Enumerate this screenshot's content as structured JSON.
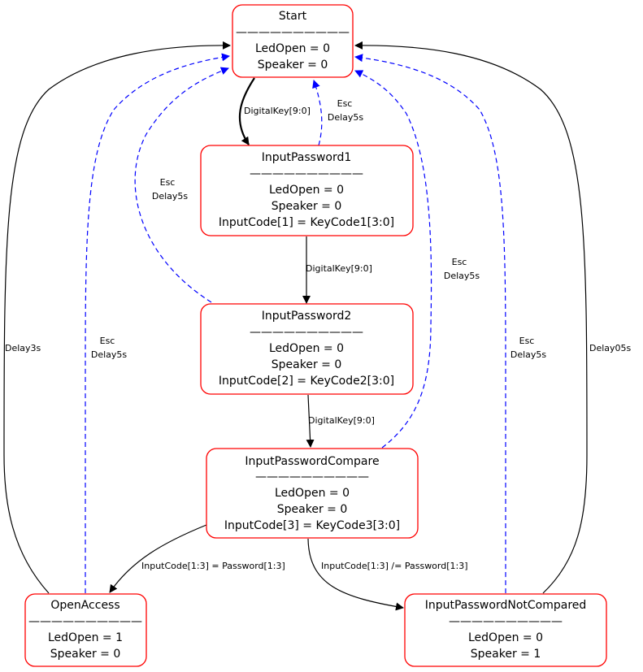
{
  "colors": {
    "state_border": "#ff0000",
    "edge_normal": "#000000",
    "edge_escape": "#0000ff",
    "background": "#ffffff"
  },
  "states": [
    {
      "id": "start",
      "lines": [
        "Start",
        "——————————",
        "LedOpen = 0",
        "Speaker = 0"
      ]
    },
    {
      "id": "input-password-1",
      "lines": [
        "InputPassword1",
        "——————————",
        "LedOpen = 0",
        "Speaker = 0",
        "InputCode[1] = KeyCode1[3:0]"
      ]
    },
    {
      "id": "input-password-2",
      "lines": [
        "InputPassword2",
        "——————————",
        "LedOpen = 0",
        "Speaker = 0",
        "InputCode[2] = KeyCode2[3:0]"
      ]
    },
    {
      "id": "input-password-compare",
      "lines": [
        "InputPasswordCompare",
        "——————————",
        "LedOpen = 0",
        "Speaker = 0",
        "InputCode[3] = KeyCode3[3:0]"
      ]
    },
    {
      "id": "open-access",
      "lines": [
        "OpenAccess",
        "——————————",
        "LedOpen = 1",
        "Speaker = 0"
      ]
    },
    {
      "id": "input-password-not-compared",
      "lines": [
        "InputPasswordNotCompared",
        "——————————",
        "LedOpen = 0",
        "Speaker = 1"
      ]
    }
  ],
  "transitions": [
    {
      "id": "start-to-ip1",
      "from": "Start",
      "to": "InputPassword1",
      "style": "bold",
      "label": [
        "DigitalKey[9:0]"
      ]
    },
    {
      "id": "ip1-to-start",
      "from": "InputPassword1",
      "to": "Start",
      "style": "escape",
      "label": [
        "Esc",
        "Delay5s"
      ]
    },
    {
      "id": "ip2-to-start",
      "from": "InputPassword2",
      "to": "Start",
      "style": "escape",
      "label": [
        "Esc",
        "Delay5s"
      ]
    },
    {
      "id": "ip1-to-ip2",
      "from": "InputPassword1",
      "to": "InputPassword2",
      "style": "normal",
      "label": [
        "DigitalKey[9:0]"
      ]
    },
    {
      "id": "ipc-to-start",
      "from": "InputPasswordCompare",
      "to": "Start",
      "style": "escape",
      "label": [
        "Esc",
        "Delay5s"
      ]
    },
    {
      "id": "ip2-to-ipc",
      "from": "InputPassword2",
      "to": "InputPasswordCompare",
      "style": "normal",
      "label": [
        "DigitalKey[9:0]"
      ]
    },
    {
      "id": "oa-to-start-delay",
      "from": "OpenAccess",
      "to": "Start",
      "style": "normal",
      "label": [
        "Delay3s"
      ]
    },
    {
      "id": "oa-to-start-esc",
      "from": "OpenAccess",
      "to": "Start",
      "style": "escape",
      "label": [
        "Esc",
        "Delay5s"
      ]
    },
    {
      "id": "ipnc-to-start-esc",
      "from": "InputPasswordNotCompared",
      "to": "Start",
      "style": "escape",
      "label": [
        "Esc",
        "Delay5s"
      ]
    },
    {
      "id": "ipnc-to-start-delay",
      "from": "InputPasswordNotCompared",
      "to": "Start",
      "style": "normal",
      "label": [
        "Delay05s"
      ]
    },
    {
      "id": "ipc-to-oa",
      "from": "InputPasswordCompare",
      "to": "OpenAccess",
      "style": "normal",
      "label": [
        "InputCode[1:3] = Password[1:3]"
      ]
    },
    {
      "id": "ipc-to-ipnc",
      "from": "InputPasswordCompare",
      "to": "InputPasswordNotCompared",
      "style": "normal",
      "label": [
        "InputCode[1:3] /= Password[1:3]"
      ]
    }
  ]
}
